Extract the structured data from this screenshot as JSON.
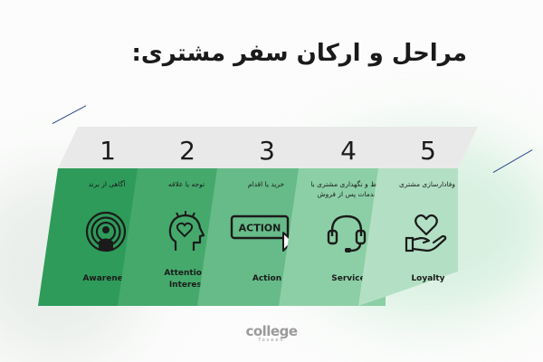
{
  "title": "مراحل و ارکان سفر مشتری:",
  "steps": [
    {
      "number": "1",
      "fa": "آگاهی از برند",
      "en": "Awareness",
      "icon": "awareness-person-signal-icon",
      "color": "#2e9b5a"
    },
    {
      "number": "2",
      "fa": "توجه یا علاقه",
      "en": "Attention/ Interest",
      "icon": "head-heart-icon",
      "color": "#45a96c"
    },
    {
      "number": "3",
      "fa": "خرید یا اقدام",
      "en": "Action",
      "icon": "action-button-cursor-icon",
      "color": "#66bb88"
    },
    {
      "number": "4",
      "fa": "حفظ و نگهداری مشتری با خدمات پس از فروش",
      "en": "Service",
      "icon": "headset-icon",
      "color": "#8ccfa6"
    },
    {
      "number": "5",
      "fa": "وفادارسازی مشتری",
      "en": "Loyalty",
      "icon": "hand-heart-icon",
      "color": "#b3e0c4"
    }
  ],
  "action_icon_text": "ACTION",
  "logo": {
    "main": "college",
    "sub": "Toseeh"
  },
  "colors": {
    "top_band": "#e9e9e9",
    "text": "#1b1b1b",
    "accent_line": "#2d4a8a"
  }
}
